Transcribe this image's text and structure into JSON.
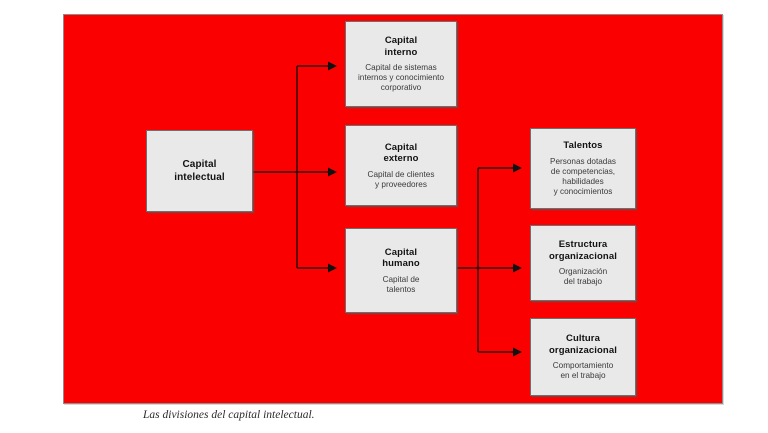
{
  "figure": {
    "caption": "Las divisiones del capital intelectual.",
    "panel_color": "#fb0000",
    "box_fill_color": "#e9e9e9",
    "box_border_color": "#6f6f6f",
    "connector_color": "#1a1a1a"
  },
  "nodes": {
    "root": {
      "title_line1": "Capital",
      "title_line2": "intelectual"
    },
    "interno": {
      "title_line1": "Capital",
      "title_line2": "interno",
      "desc_line1": "Capital de sistemas",
      "desc_line2": "internos y conocimiento",
      "desc_line3": "corporativo"
    },
    "externo": {
      "title_line1": "Capital",
      "title_line2": "externo",
      "desc_line1": "Capital de clientes",
      "desc_line2": "y proveedores"
    },
    "humano": {
      "title_line1": "Capital",
      "title_line2": "humano",
      "desc_line1": "Capital de",
      "desc_line2": "talentos"
    },
    "talentos": {
      "title_line1": "Talentos",
      "desc_line1": "Personas dotadas",
      "desc_line2": "de competencias,",
      "desc_line3": "habilidades",
      "desc_line4": "y conocimientos"
    },
    "estructura": {
      "title_line1": "Estructura",
      "title_line2": "organizacional",
      "desc_line1": "Organización",
      "desc_line2": "del trabajo"
    },
    "cultura": {
      "title_line1": "Cultura",
      "title_line2": "organizacional",
      "desc_line1": "Comportamiento",
      "desc_line2": "en el trabajo"
    }
  },
  "chart_data": {
    "type": "diagram",
    "title": "Las divisiones del capital intelectual.",
    "layout": "left-to-right hierarchy, 3 columns",
    "nodes": [
      {
        "id": "root",
        "column": 1,
        "label": "Capital intelectual",
        "description": ""
      },
      {
        "id": "interno",
        "column": 2,
        "label": "Capital interno",
        "description": "Capital de sistemas internos y conocimiento corporativo"
      },
      {
        "id": "externo",
        "column": 2,
        "label": "Capital externo",
        "description": "Capital de clientes y proveedores"
      },
      {
        "id": "humano",
        "column": 2,
        "label": "Capital humano",
        "description": "Capital de talentos"
      },
      {
        "id": "talentos",
        "column": 3,
        "label": "Talentos",
        "description": "Personas dotadas de competencias, habilidades y conocimientos"
      },
      {
        "id": "estructura",
        "column": 3,
        "label": "Estructura organizacional",
        "description": "Organización del trabajo"
      },
      {
        "id": "cultura",
        "column": 3,
        "label": "Cultura organizacional",
        "description": "Comportamiento en el trabajo"
      }
    ],
    "edges": [
      {
        "from": "root",
        "to": "interno"
      },
      {
        "from": "root",
        "to": "externo"
      },
      {
        "from": "root",
        "to": "humano"
      },
      {
        "from": "humano",
        "to": "talentos"
      },
      {
        "from": "humano",
        "to": "estructura"
      },
      {
        "from": "humano",
        "to": "cultura"
      }
    ]
  }
}
